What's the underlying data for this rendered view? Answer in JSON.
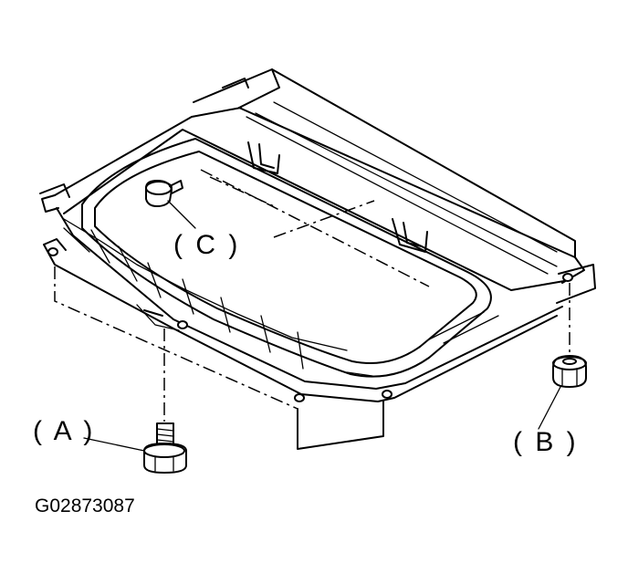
{
  "labels": {
    "a": "( A )",
    "b": "( B )",
    "c": "( C )"
  },
  "figure_code": "G02873087",
  "colors": {
    "line": "#000000",
    "background": "#ffffff"
  }
}
